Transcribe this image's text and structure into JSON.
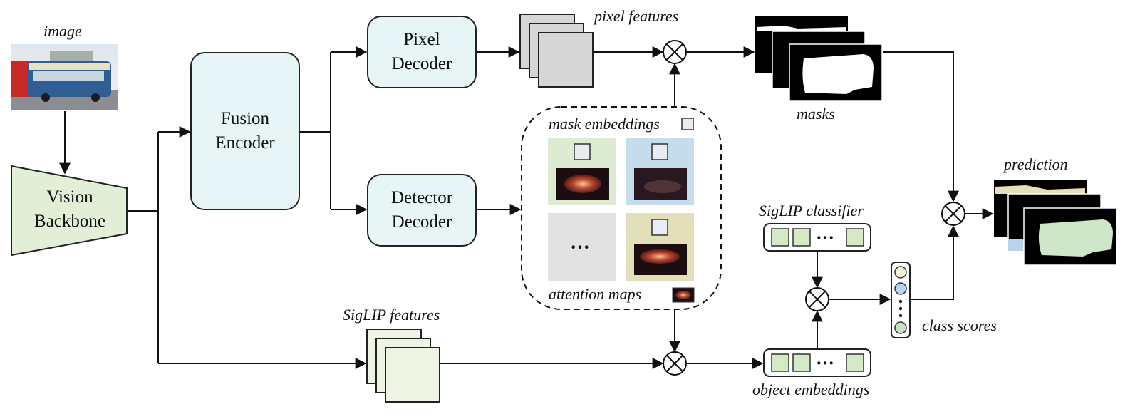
{
  "labels": {
    "image": "image",
    "pixel_features": "pixel features",
    "masks": "masks",
    "mask_embeddings": "mask embeddings",
    "attention_maps": "attention maps",
    "prediction": "prediction",
    "siglip_classifier": "SigLIP classifier",
    "siglip_features": "SigLIP features",
    "class_scores": "class scores",
    "object_embeddings": "object embeddings"
  },
  "blocks": {
    "vision_backbone": "Vision\nBackbone",
    "fusion_encoder": "Fusion\nEncoder",
    "pixel_decoder": "Pixel\nDecoder",
    "detector_decoder": "Detector\nDecoder"
  },
  "ellipsis": "···",
  "colors": {
    "module_fill": "#e8f5f7",
    "backbone_fill": "#e3eed7",
    "feature_gray": "#d6d6d6",
    "siglip_fill": "#eef5e4",
    "embedding_cell": "#d5e9c6",
    "attn_green": "#dcebd1",
    "attn_blue": "#c5dced",
    "attn_gray": "#e2e2e2",
    "attn_tan": "#e3dfba",
    "score_cream": "#f5f1d6",
    "score_blue": "#b9d3ec",
    "score_green": "#c8e3c3",
    "prediction_bus": "#cfe6c9"
  }
}
